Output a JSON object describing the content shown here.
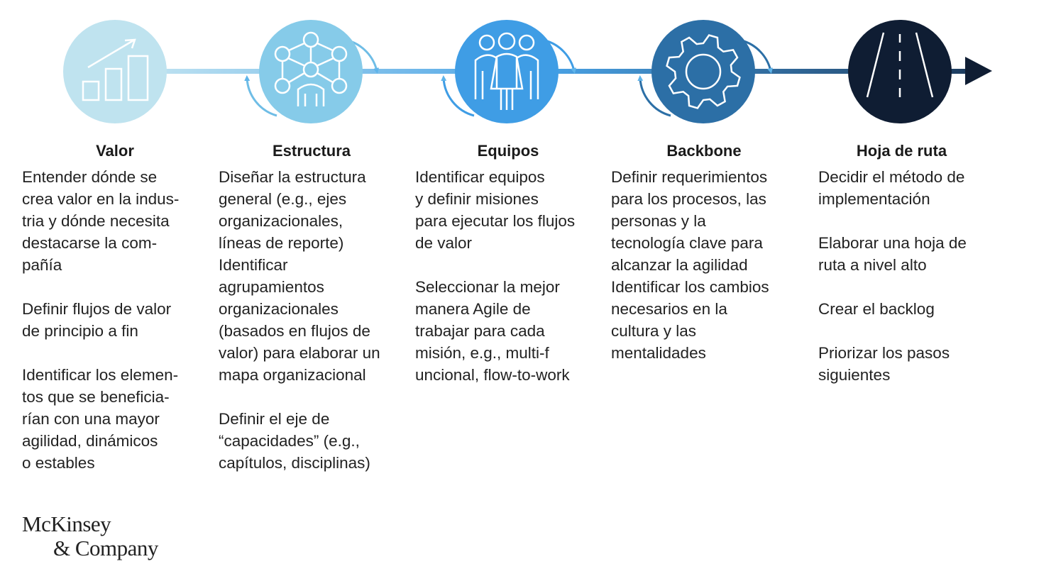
{
  "colors": {
    "valor": "#bfe3ef",
    "estructura": "#86cbe9",
    "equipos": "#3f9de5",
    "backbone": "#2c6fa6",
    "hoja_de_ruta": "#0f1d33",
    "line_start": "#c9e8f2",
    "line_end": "#1c3a5c"
  },
  "steps": [
    {
      "title": "Valor",
      "icon": "bar-chart-growth-icon",
      "paragraphs": [
        "Entender dónde se\ncrea valor en la indus-\ntria y dónde necesita\ndestacarse la com-\npañía",
        "Definir flujos de valor\nde principio a fin",
        "Identificar los elemen-\ntos que se beneficia-\nrían con una mayor\nagilidad, dinámicos\no estables"
      ]
    },
    {
      "title": "Estructura",
      "icon": "network-structure-icon",
      "paragraphs": [
        "Diseñar la estructura\ngeneral (e.g., ejes\norganizacionales,\nlíneas de reporte)\nIdentificar\nagrupamientos\norganizacionales\n(basados en flujos de\nvalor) para elaborar un\nmapa organizacional",
        "Definir el eje de\n“capacidades” (e.g.,\ncapítulos, disciplinas)"
      ]
    },
    {
      "title": "Equipos",
      "icon": "team-people-icon",
      "paragraphs": [
        "Identificar equipos\ny definir misiones\npara ejecutar los flujos\nde valor",
        "Seleccionar la mejor\nmanera Agile de\ntrabajar para cada\nmisión, e.g., multi-f\nuncional, flow-to-work"
      ]
    },
    {
      "title": "Backbone",
      "icon": "gear-icon",
      "paragraphs": [
        "Definir requerimientos\npara los procesos, las\npersonas y la\ntecnología clave para\nalcanzar la agilidad\nIdentificar los cambios\nnecesarios en la\ncultura y las\nmentalidades"
      ]
    },
    {
      "title": "Hoja de ruta",
      "icon": "road-icon",
      "paragraphs": [
        "Decidir el método de\nimplementación",
        "Elaborar una hoja de\nruta a nivel alto",
        "Crear el backlog",
        "Priorizar los pasos\nsiguientes"
      ]
    }
  ],
  "logo": {
    "line1": "McKinsey",
    "line2": "& Company"
  }
}
